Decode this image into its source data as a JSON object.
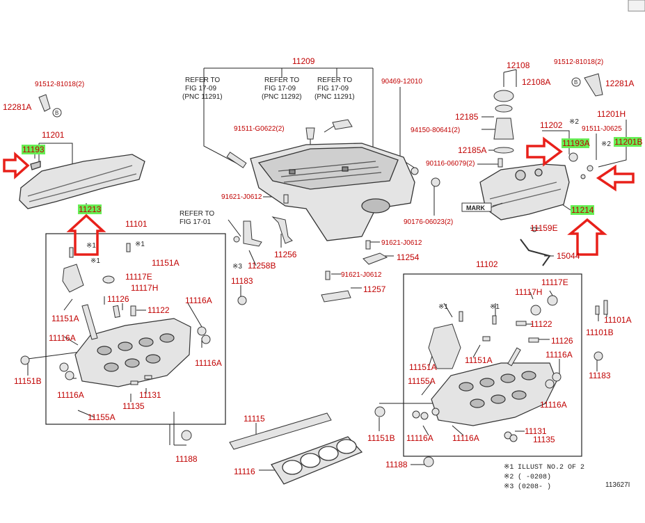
{
  "colors": {
    "label": "#c00000",
    "line": "#222222",
    "highlight": "#66ee55",
    "arrow": "#e8201a",
    "part_fill": "#e4e4e4",
    "part_stroke": "#333333",
    "frame": "#222222"
  },
  "labels": {
    "l11209": "11209",
    "l90469": "90469-12010",
    "l12108": "12108",
    "l12108A": "12108A",
    "l91512L": "91512-81018(2)",
    "l91512R": "91512-81018(2)",
    "l12281AL": "12281A",
    "l12281AR": "12281A",
    "l11201": "11201",
    "l11193": "11193",
    "l11213": "11213",
    "l91511G": "91511-G0622(2)",
    "l12185": "12185",
    "l94150": "94150-80641(2)",
    "l12185A": "12185A",
    "l90116": "90116-06079(2)",
    "l11202": "11202",
    "l11193A": "11193A",
    "l11201H": "11201H",
    "l91511J": "91511-J0625",
    "l11201B": "11201B",
    "l11214": "11214",
    "l91621a": "91621-J0612",
    "l90176": "90176-06023(2)",
    "l11101": "11101",
    "l11151A_a": "11151A",
    "l11117E_a": "11117E",
    "l11117H_a": "11117H",
    "l11126_a": "11126",
    "l11122_a": "11122",
    "l11151A_b": "11151A",
    "l11116A_a": "11116A",
    "l11116A_b": "11116A",
    "l11116A_c": "11116A",
    "l11151B_a": "11151B",
    "l11116A_d": "11116A",
    "l11135_a": "11135",
    "l11131_a": "11131",
    "l11155A_a": "11155A",
    "l11183_a": "11183",
    "l11258B": "11258B",
    "l11256": "11256",
    "l91621b": "91621-J0612",
    "l11254": "11254",
    "l91621c": "91621-J0612",
    "l11257": "11257",
    "l11159E": "11159E",
    "l15044": "15044",
    "l11102": "11102",
    "l11117E_b": "11117E",
    "l11117H_b": "11117H",
    "l11122_b": "11122",
    "l11126_b": "11126",
    "l11151A_c": "11151A",
    "l11151A_d": "11151A",
    "l11155A_b": "11155A",
    "l11116A_e": "11116A",
    "l11116A_f": "11116A",
    "l11116A_g": "11116A",
    "l11116A_h": "11116A",
    "l11131_b": "11131",
    "l11135_b": "11135",
    "l11151B_b": "11151B",
    "l11101A": "11101A",
    "l11101B": "11101B",
    "l11183_b": "11183",
    "l11115": "11115",
    "l11116": "11116",
    "l11188_a": "11188",
    "l11188_b": "11188",
    "mark_badge": "MARK",
    "star2": "※2",
    "star2b": "※2",
    "star1a": "※1",
    "star1b": "※1",
    "star1c": "※1",
    "star3": "※3",
    "star1d": "※1",
    "star1e": "※1",
    "image_id": "113627I"
  },
  "refer_to": [
    {
      "line1": "REFER TO",
      "line2": "FIG 17-09",
      "line3": "(PNC 11291)"
    },
    {
      "line1": "REFER TO",
      "line2": "FIG 17-09",
      "line3": "(PNC 11292)"
    },
    {
      "line1": "REFER TO",
      "line2": "FIG 17-09",
      "line3": "(PNC 11291)"
    },
    {
      "line1": "REFER TO",
      "line2": "FIG 17-01"
    }
  ],
  "legend": [
    {
      "mark": "※1",
      "text": "ILLUST NO.2 OF 2"
    },
    {
      "mark": "※2",
      "text": "(     -0208)"
    },
    {
      "mark": "※3",
      "text": "(0208-     )"
    }
  ]
}
